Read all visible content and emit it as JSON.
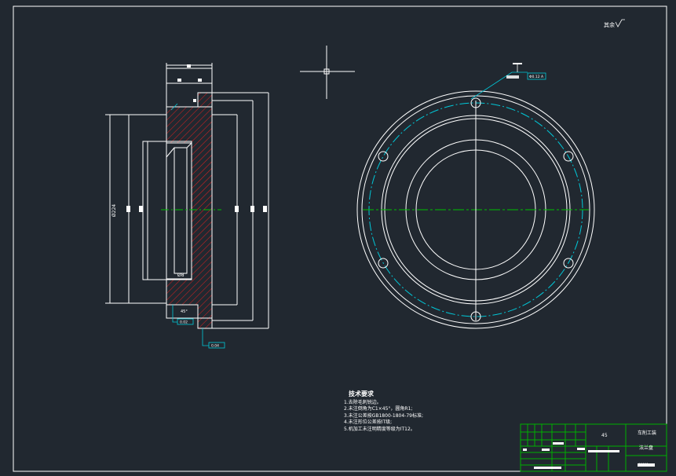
{
  "drawing": {
    "roughness_symbol": "其余",
    "section_dims": {
      "outer_diameter": "Ø224",
      "inner_step": "Ø8",
      "chamfer": "45°"
    },
    "frames": {
      "flatness": "0.02",
      "runout": "0.04",
      "bolt_position": "Φ0.12 A"
    }
  },
  "notes": {
    "title": "技术要求",
    "items": [
      "1.去除毛刺锐边。",
      "2.未注倒角为C1×45°，圆角R1;",
      "3.未注公差按GB1800-1804-79标准;",
      "4.未注形位公差按IT级;",
      "5.机加工未注明精度等级为IT12。"
    ]
  },
  "title_block": {
    "material": "45",
    "company": "车削工装",
    "part_name": "法兰盘",
    "drawing_no": "00000"
  },
  "colors": {
    "background": "#212830",
    "line": "#ffffff",
    "center": "#00c000",
    "hatch": "#d42020",
    "pitch": "#00c8d8",
    "frame_border": "#00c8d8",
    "title_grid": "#00b000"
  }
}
